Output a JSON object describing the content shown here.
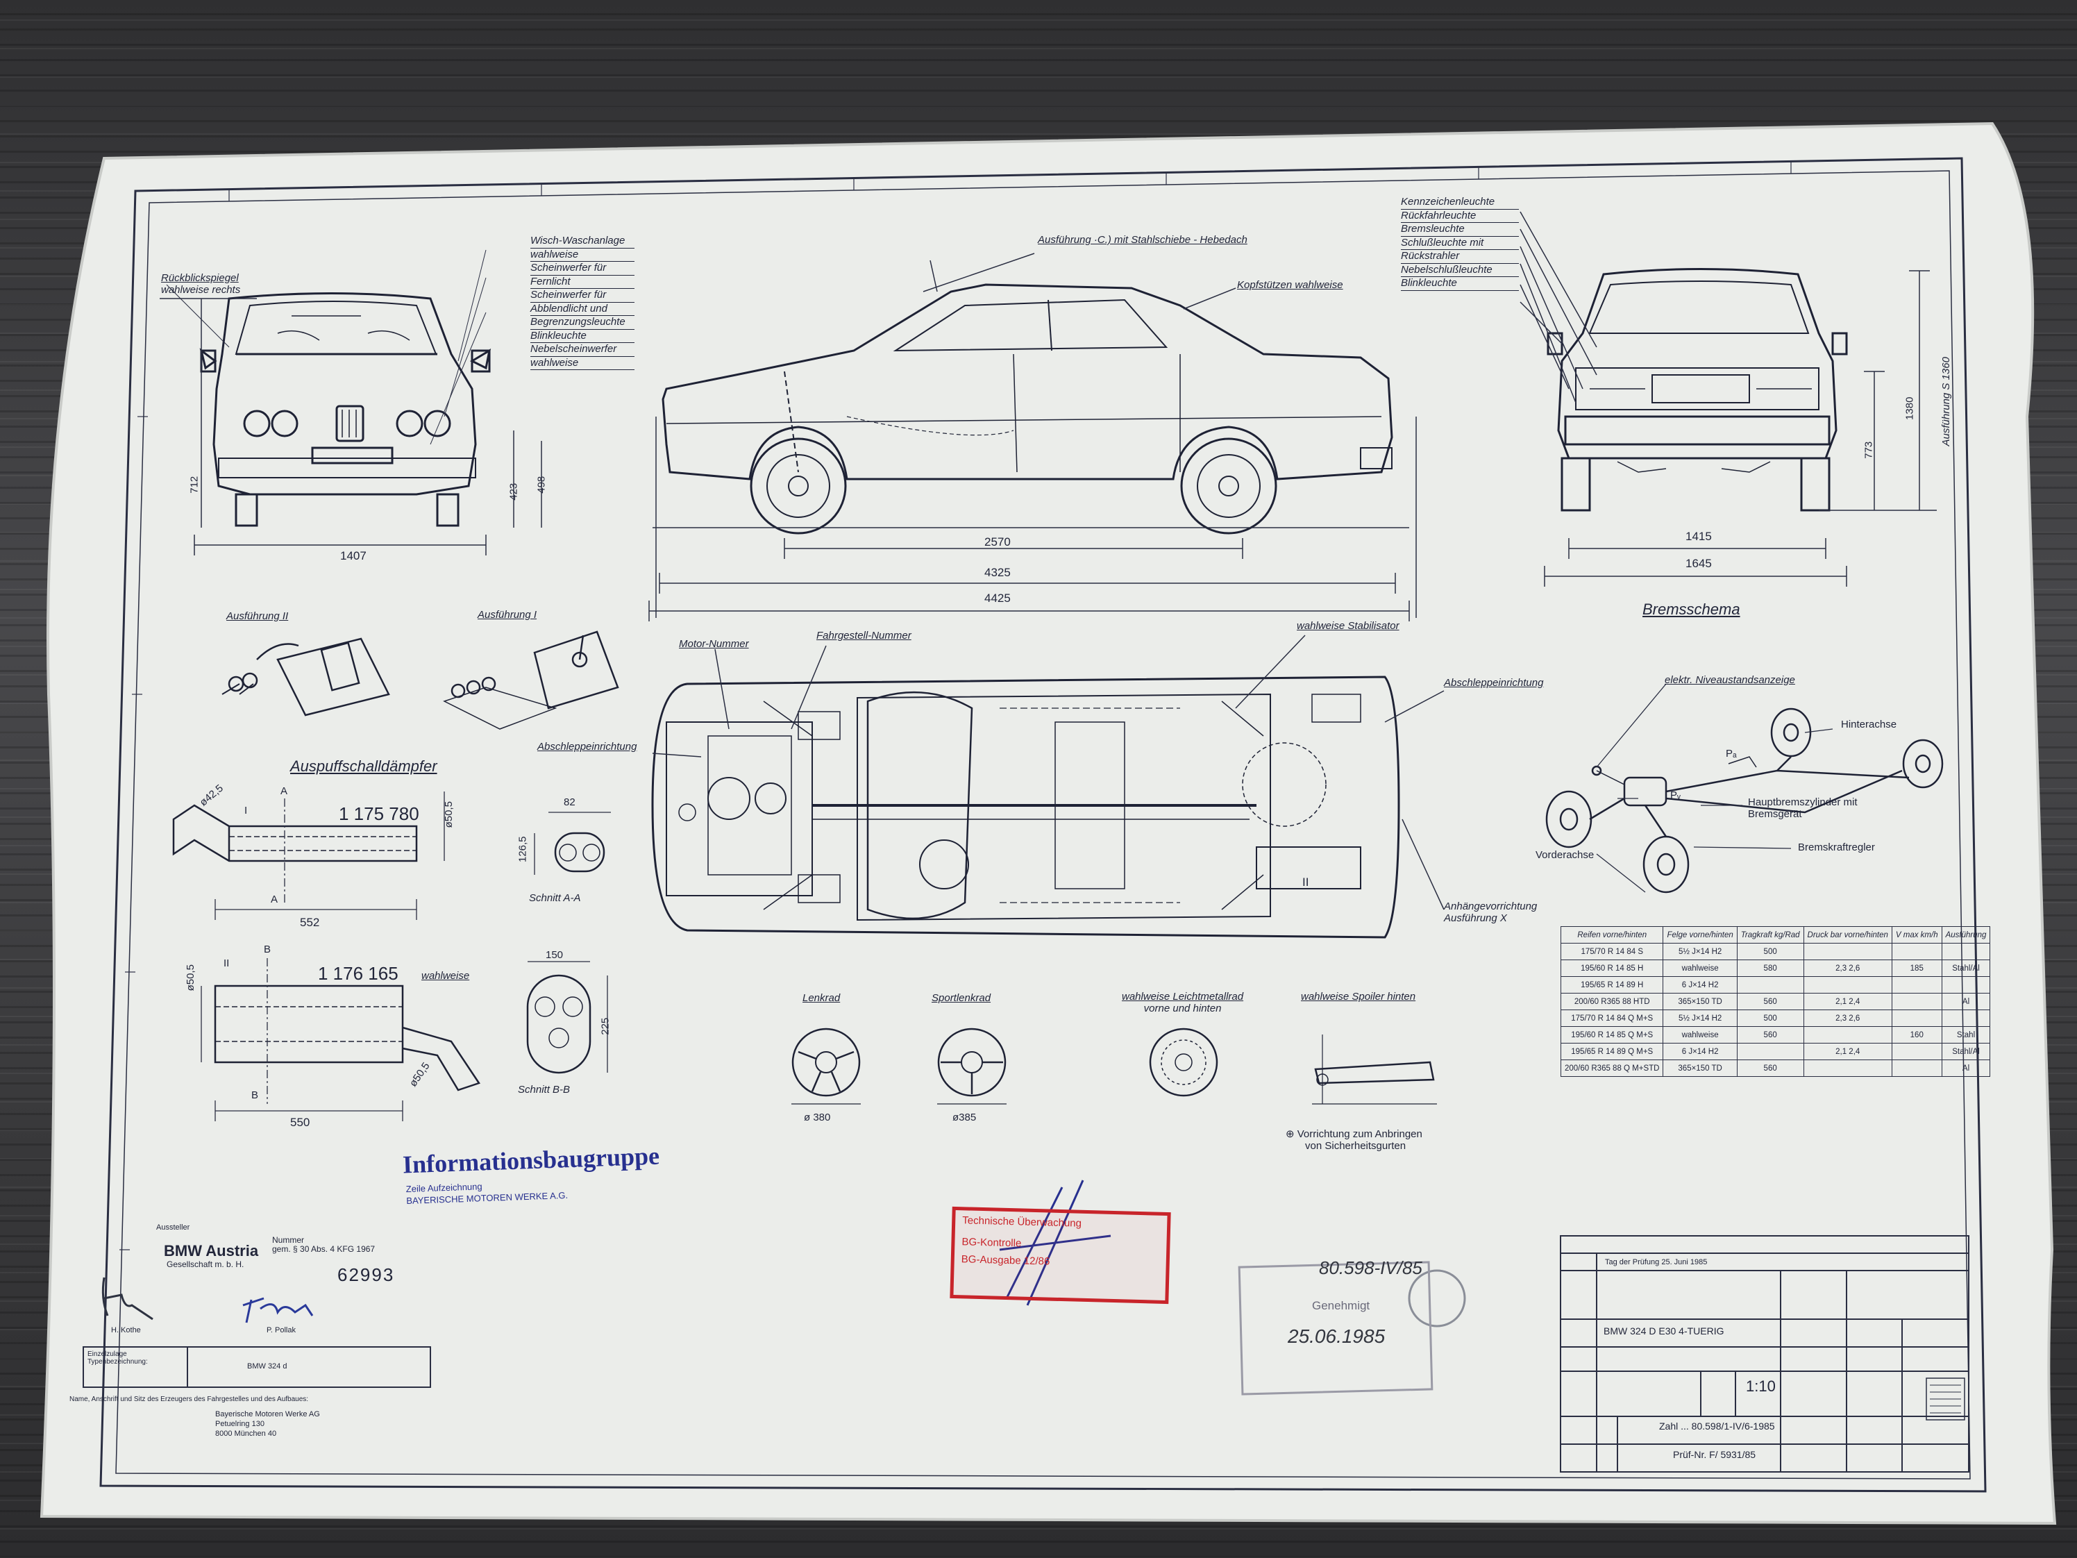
{
  "views": {
    "front": {
      "callout": [
        "Rückblickspiegel",
        "wahlweise rechts"
      ],
      "dim_width": "1407",
      "dim_height": "712",
      "dim_a": "423",
      "dim_b": "498"
    },
    "front_callouts": [
      "Wisch-Waschanlage",
      "wahlweise",
      "Scheinwerfer für",
      "Fernlicht",
      "Scheinwerfer für",
      "Abblendlicht und",
      "Begrenzungsleuchte",
      "Blinkleuchte",
      "Nebelscheinwerfer",
      "wahlweise"
    ],
    "side": {
      "top_callout": "Ausführung ·C.) mit Stahlschiebe - Hebedach",
      "headrest": "Kopfstützen wahlweise",
      "dims": [
        "2570",
        "4325",
        "4425"
      ]
    },
    "rear_callouts": [
      "Kennzeichenleuchte",
      "Rückfahrleuchte",
      "Bremsleuchte",
      "Schlußleuchte mit",
      "Rückstrahler",
      "Nebelschlußleuchte",
      "Blinkleuchte"
    ],
    "rear": {
      "dims_width": [
        "1415",
        "1645"
      ],
      "dims_height": [
        "773",
        "1380",
        "Ausführung S 1360"
      ]
    },
    "gear": {
      "two": "Ausführung II",
      "one": "Ausführung I"
    },
    "chassis": {
      "motor": "Motor-Nummer",
      "fahrgestell": "Fahrgestell-Nummer",
      "stabilisator": "wahlweise Stabilisator",
      "abschlepp_rear": "Abschleppeinrichtung",
      "abschlepp_front": "Abschleppeinrichtung",
      "anhaenger": [
        "Anhängevorrichtung",
        "Ausführung X"
      ],
      "mark": "II"
    },
    "exhaust": {
      "title": "Auspuffschalldämpfer",
      "part1": "1 175 780",
      "part2": "1 176 165",
      "wahlweise": "wahlweise",
      "dims1": [
        "552",
        "82",
        "126,5",
        "ø50,5",
        "ø42,5"
      ],
      "dims2": [
        "550",
        "150",
        "225",
        "ø50,5",
        "ø50,5"
      ],
      "letters": [
        "A",
        "A",
        "B",
        "B",
        "I",
        "II"
      ],
      "schnittA": "Schnitt A-A",
      "schnittB": "Schnitt B-B"
    },
    "wheels": {
      "lenkrad": "Lenkrad",
      "sportlenkrad": "Sportlenkrad",
      "alu": [
        "wahlweise Leichtmetallrad",
        "vorne und hinten"
      ],
      "spoiler": "wahlweise Spoiler hinten",
      "d1": "ø 380",
      "d2": "ø385",
      "gurt": [
        "⊕ Vorrichtung zum Anbringen",
        "von Sicherheitsgurten"
      ]
    },
    "brake": {
      "title": "Bremsschema",
      "niveau": "elektr. Niveaustandsanzeige",
      "hinterachse": "Hinterachse",
      "vorderachse": "Vorderachse",
      "hbz": [
        "Hauptbremszylinder mit",
        "Bremsgerät"
      ],
      "regler": "Bremskraftregler",
      "pa": "Pₐ",
      "pv": "Pᵥ"
    }
  },
  "spec_table": {
    "headers": [
      "Reifen vorne/hinten",
      "Felge vorne/hinten",
      "Tragkraft kg/Rad",
      "Druck bar vorne/hinten",
      "V max km/h",
      "Ausführung"
    ],
    "rows": [
      [
        "175/70 R 14 84 S",
        "5½ J×14 H2",
        "500",
        "",
        "",
        ""
      ],
      [
        "195/60 R 14 85 H",
        "wahlweise",
        "580",
        "2,3   2,6",
        "185",
        "Stahl/Al"
      ],
      [
        "195/65 R 14 89 H",
        "6 J×14 H2",
        "",
        "",
        "",
        ""
      ],
      [
        "200/60 R365 88 HTD",
        "365×150 TD",
        "560",
        "2,1   2,4",
        "",
        "Al"
      ],
      [
        "175/70 R 14 84 Q M+S",
        "5½ J×14 H2",
        "500",
        "2,3   2,6",
        "",
        ""
      ],
      [
        "195/60 R 14 85 Q M+S",
        "wahlweise",
        "560",
        "",
        "160",
        "Stahl"
      ],
      [
        "195/65 R 14 89 Q M+S",
        "6 J×14 H2",
        "",
        "2,1   2,4",
        "",
        "Stahl/Al"
      ],
      [
        "200/60 R365 88 Q M+STD",
        "365×150 TD",
        "560",
        "",
        "",
        "Al"
      ]
    ]
  },
  "issuer": {
    "aussteller": "Aussteller",
    "name": "BMW Austria",
    "sub": "Gesellschaft m. b. H.",
    "nummer_lbl": [
      "Nummer",
      "gem. § 30 Abs. 4 KFG 1967"
    ],
    "nummer": "62993",
    "sig1": "H. Kothe",
    "sig2": "P. Pollak",
    "box_lbl": [
      "Einzelzulage",
      "Typenbezeichnung:"
    ],
    "box_val": "BMW 324 d",
    "footer_lbl": "Name, Anschrift und Sitz des Erzeugers des Fahrgestelles und des Aufbaues:",
    "footer": [
      "Bayerische Motoren Werke AG",
      "Petuelring 130",
      "8000 München 40"
    ]
  },
  "stamps": {
    "info": "Informationsbaugruppe",
    "info_sub": [
      "BAYERISCHE MOTOREN WERKE A.G.",
      "Zeile Aufzeichnung"
    ],
    "red": [
      "Technische Überwachung",
      "BG-Kontrolle",
      "BG-Ausgabe 12/86"
    ],
    "zahl_hand": "80.598-IV/85",
    "genehmigt": "Genehmigt",
    "date_hand": "25.06.1985"
  },
  "title_block": {
    "model": "BMW 324 D E30 4-TUERIG",
    "date_lbl": "Tag der Prüfung 25. Juni 1985",
    "scale": "1:10",
    "zahl": "Zahl ... 80.598/1-IV/6-1985",
    "prof": "Prüf-Nr. F/ 5931/85"
  },
  "colors": {
    "ink": "#22263a",
    "paper": "#eceeeb",
    "stamp_blue": "#27308f",
    "stamp_red": "#c8242a"
  }
}
